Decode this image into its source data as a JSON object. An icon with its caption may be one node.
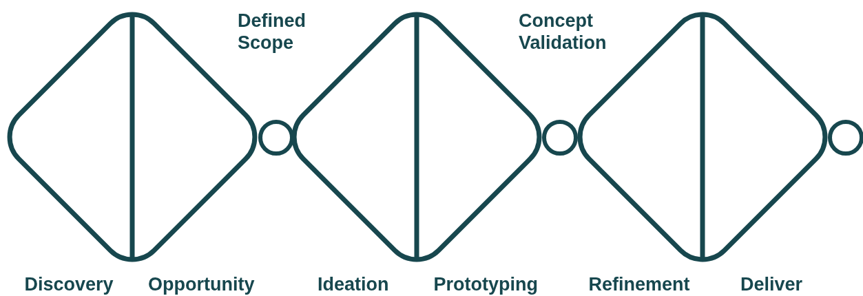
{
  "diagram": {
    "nodes": [
      {
        "text": [
          "Discovery",
          "Opportunity"
        ]
      },
      {
        "text": [],
        "shape": "circle"
      },
      {
        "text": [
          "Ideation",
          "Prototyping"
        ]
      },
      {
        "text": [],
        "shape": "circle"
      },
      {
        "text": [
          "Refinement",
          "Deliver"
        ]
      },
      {
        "text": [],
        "shape": "circle"
      }
    ],
    "labels": [
      "Defined Scope",
      "Concept Validation"
    ]
  }
}
